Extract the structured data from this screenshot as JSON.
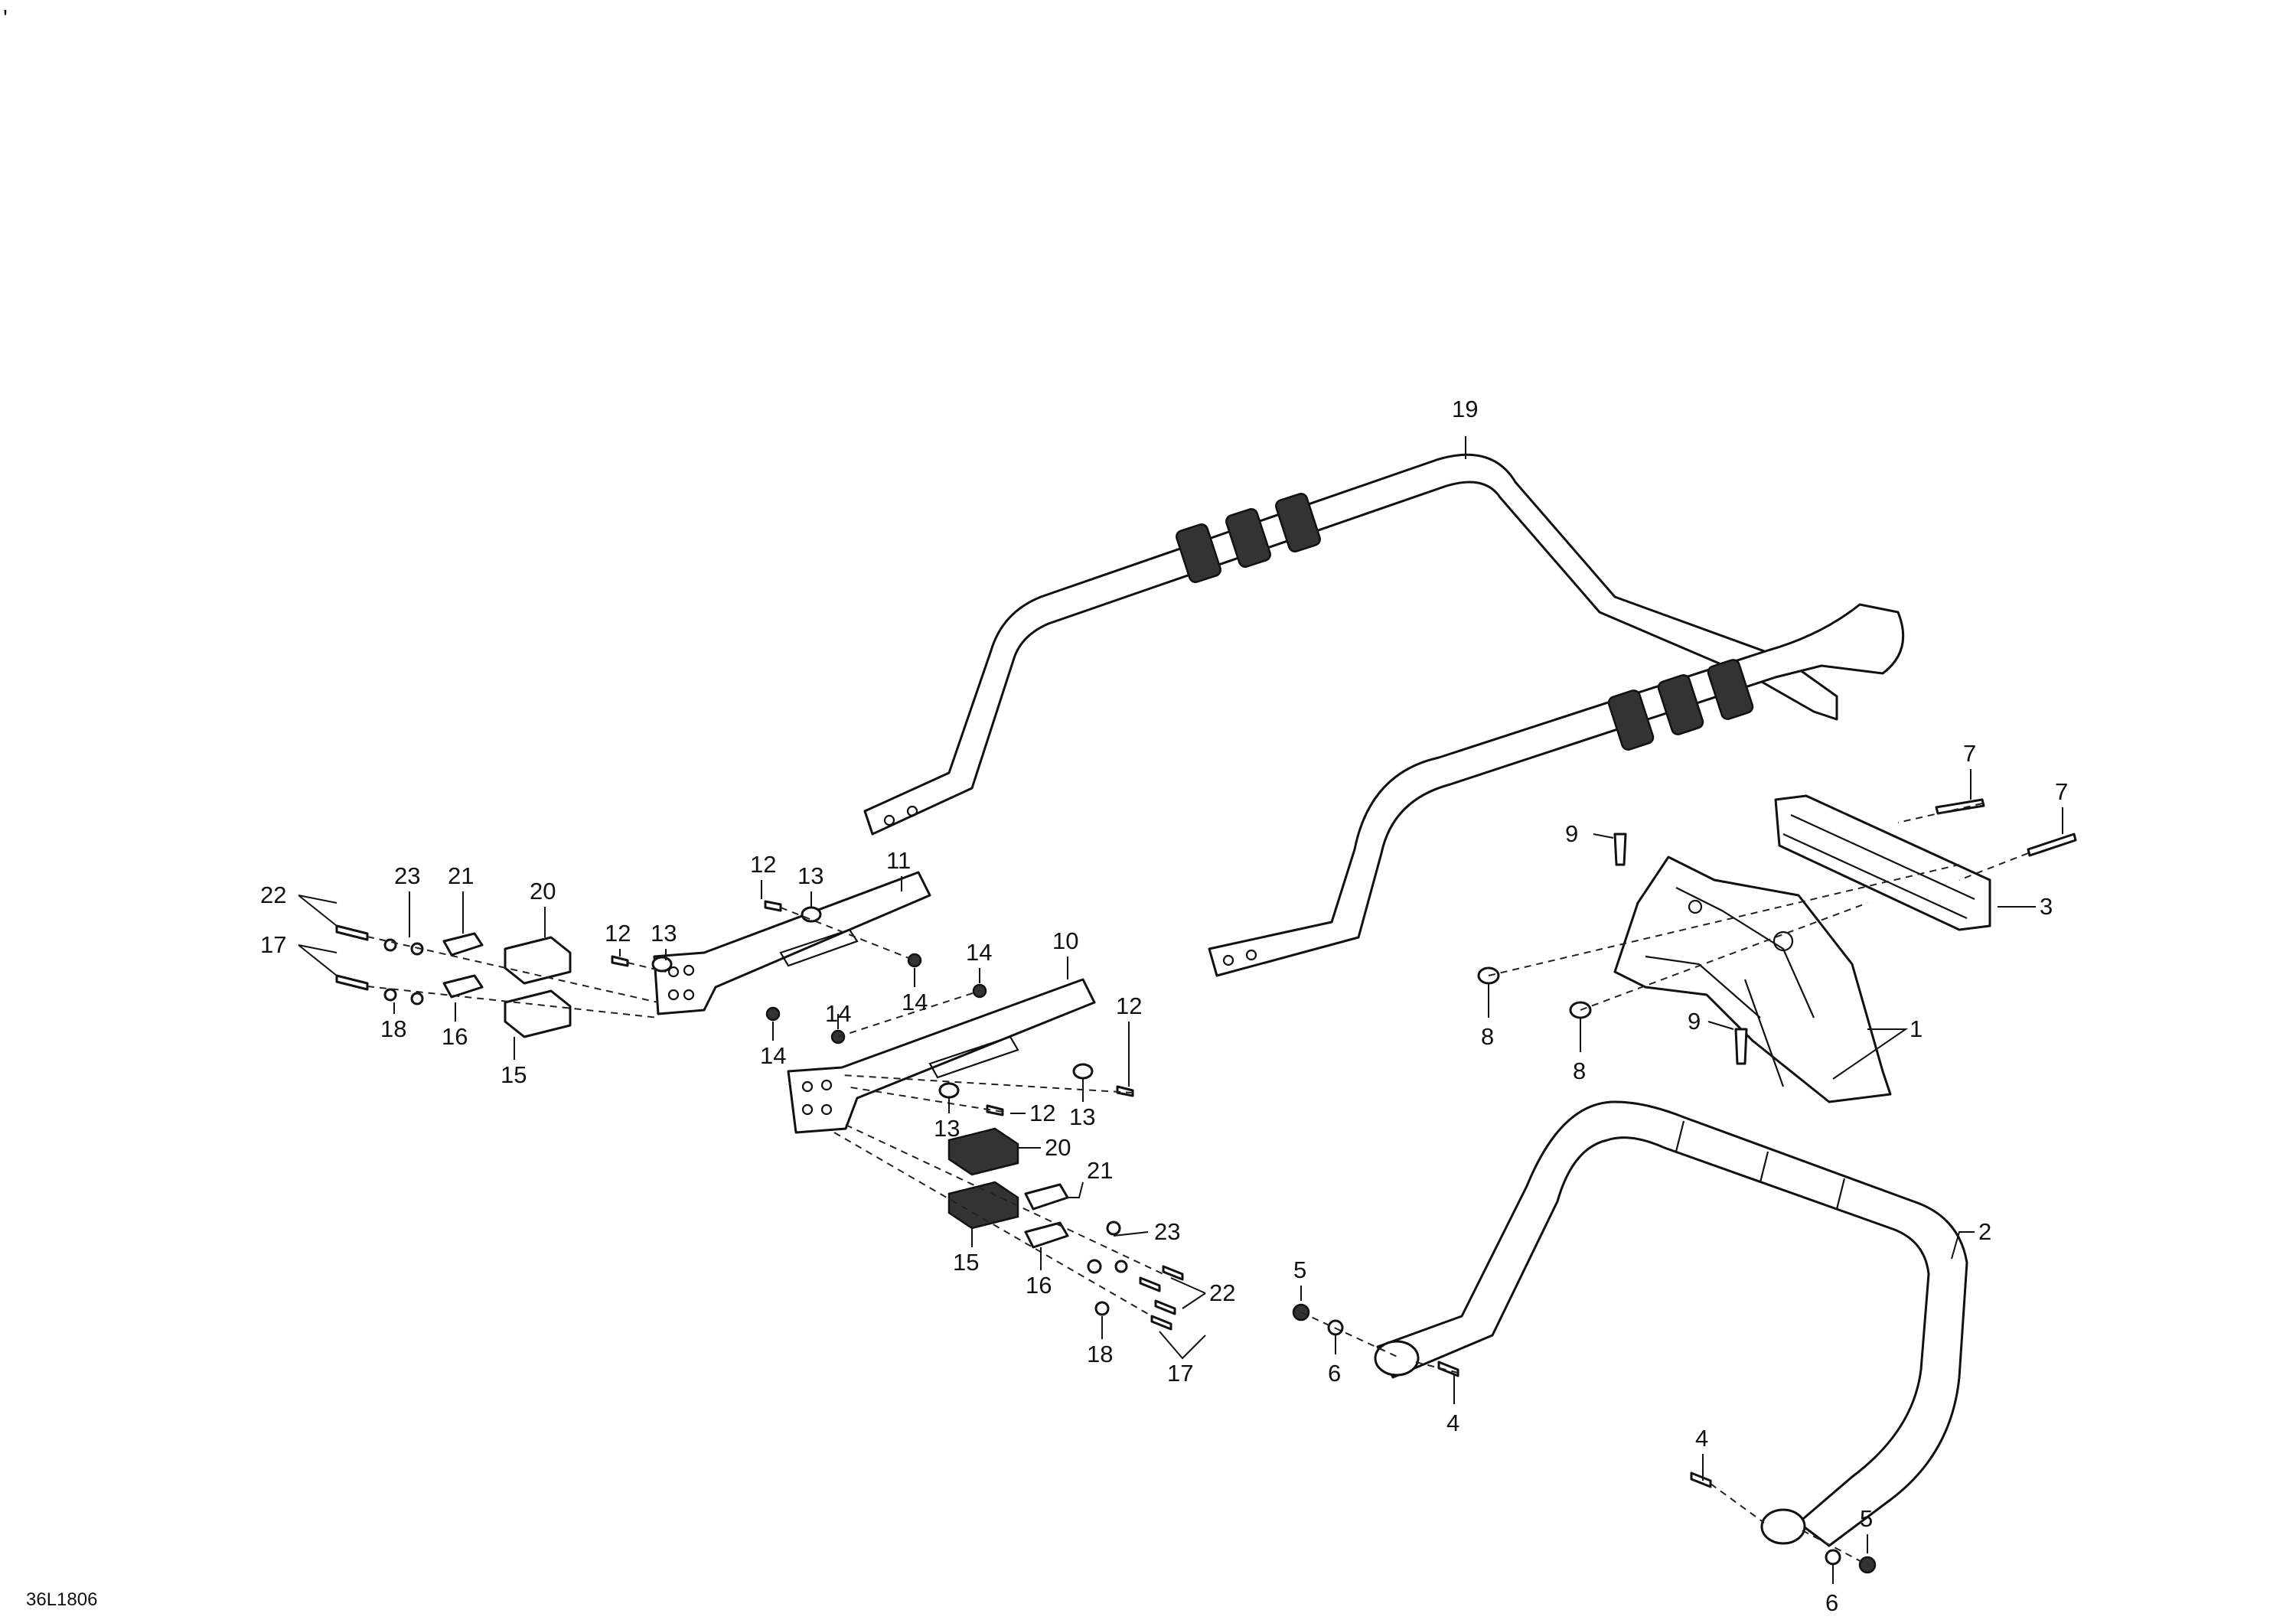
{
  "drawing_code": "36L1806",
  "corner_mark": "'",
  "callouts": {
    "c1": "1",
    "c2": "2",
    "c3": "3",
    "c4a": "4",
    "c4b": "4",
    "c5a": "5",
    "c5b": "5",
    "c6a": "6",
    "c6b": "6",
    "c7a": "7",
    "c7b": "7",
    "c8a": "8",
    "c8b": "8",
    "c9a": "9",
    "c9b": "9",
    "c10": "10",
    "c11": "11",
    "c12a": "12",
    "c12b": "12",
    "c12c": "12",
    "c12d": "12",
    "c13a": "13",
    "c13b": "13",
    "c13c": "13",
    "c13d": "13",
    "c14a": "14",
    "c14b": "14",
    "c14c": "14",
    "c14d": "14",
    "c15a": "15",
    "c15b": "15",
    "c16a": "16",
    "c16b": "16",
    "c17a": "17",
    "c17b": "17",
    "c18a": "18",
    "c18b": "18",
    "c19": "19",
    "c20a": "20",
    "c20b": "20",
    "c21a": "21",
    "c21b": "21",
    "c22a": "22",
    "c22b": "22",
    "c23a": "23",
    "c23b": "23"
  }
}
